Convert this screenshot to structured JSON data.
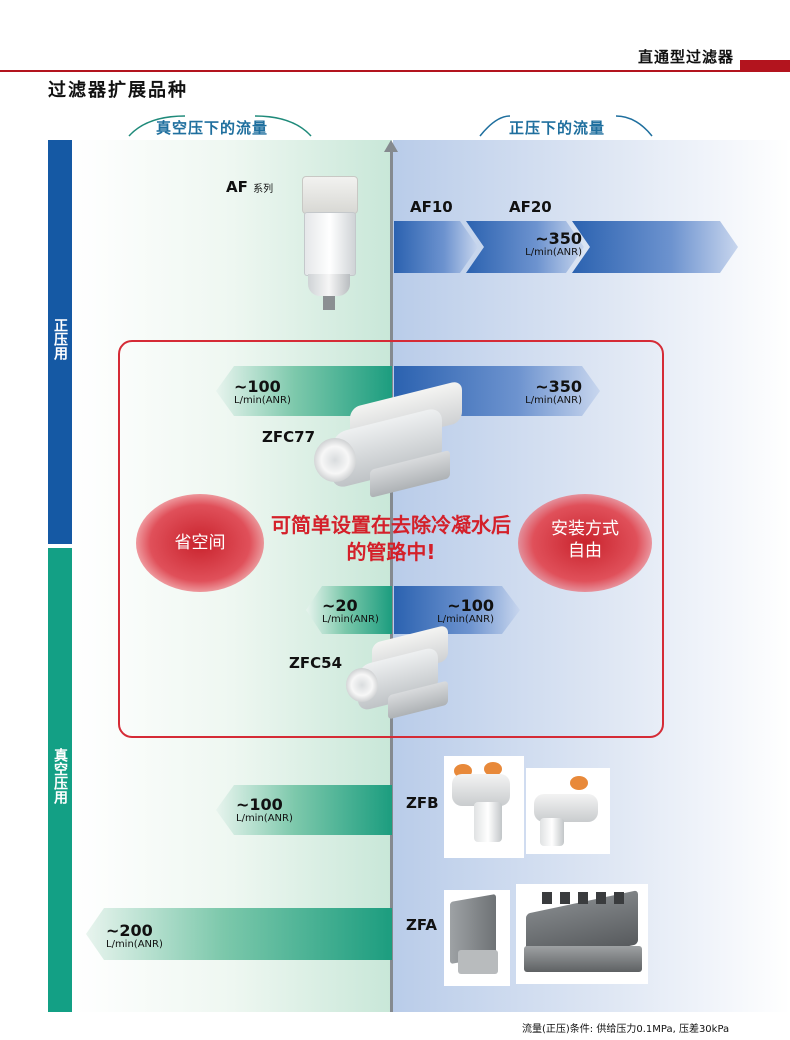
{
  "header": {
    "title": "直通型过滤器"
  },
  "page_title": "过滤器扩展品种",
  "sections": {
    "vacuum_label": "真空压下的流量",
    "positive_label": "正压下的流量"
  },
  "side_bars": {
    "positive": "正压用",
    "vacuum": "真空压用"
  },
  "products": {
    "af": {
      "name": "AF",
      "suffix": "系列",
      "series": [
        "AF10",
        "AF20"
      ],
      "flow_value": "~350",
      "flow_unit": "L/min(ANR)"
    },
    "zfc77": {
      "name": "ZFC77",
      "vac_value": "~100",
      "vac_unit": "L/min(ANR)",
      "pos_value": "~350",
      "pos_unit": "L/min(ANR)"
    },
    "zfc54": {
      "name": "ZFC54",
      "vac_value": "~20",
      "vac_unit": "L/min(ANR)",
      "pos_value": "~100",
      "pos_unit": "L/min(ANR)"
    },
    "zfb": {
      "name": "ZFB",
      "vac_value": "~100",
      "vac_unit": "L/min(ANR)"
    },
    "zfa": {
      "name": "ZFA",
      "vac_value": "~200",
      "vac_unit": "L/min(ANR)"
    }
  },
  "highlights": {
    "left": "省空间",
    "center_line1": "可简单设置在去除冷凝水后",
    "center_line2": "的管路中!",
    "right_line1": "安装方式",
    "right_line2": "自由"
  },
  "footnote": "流量(正压)条件: 供给压力0.1MPa, 压差30kPa",
  "colors": {
    "accent_red": "#d52b36",
    "positive_blue": "#1559a4",
    "vacuum_green": "#13a085"
  }
}
